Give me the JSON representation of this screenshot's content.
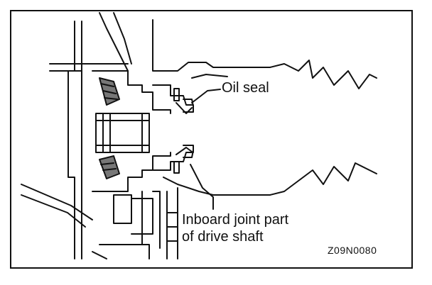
{
  "labels": {
    "oil_seal": "Oil seal",
    "inboard_line1": "Inboard joint part",
    "inboard_line2": "of drive shaft",
    "figure_code": "Z09N0080"
  },
  "colors": {
    "ink": "#111111",
    "paper": "#ffffff",
    "shade": "#777777"
  }
}
